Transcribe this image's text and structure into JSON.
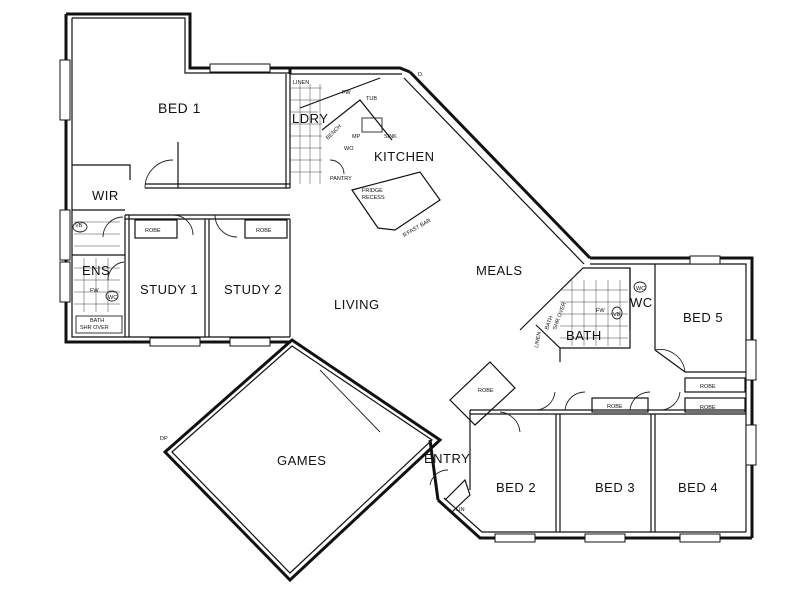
{
  "rooms": {
    "bed1": "BED 1",
    "ldry": "LDRY",
    "kitchen": "KITCHEN",
    "wir": "WIR",
    "ens": "ENS",
    "study1": "STUDY 1",
    "study2": "STUDY 2",
    "living": "LIVING",
    "meals": "MEALS",
    "bath": "BATH",
    "wc_bath": "WC",
    "bed5": "BED 5",
    "games": "GAMES",
    "entry": "ENTRY",
    "bed2": "BED 2",
    "bed3": "BED 3",
    "bed4": "BED 4"
  },
  "fixtures": {
    "linen_top": "LINEN",
    "fw_top": "FW",
    "tub": "TUB",
    "bench": "BENCH",
    "mp": "MP",
    "sink": "SINK",
    "wo": "WO",
    "pantry": "PANTRY",
    "fridge_line1": "FRIDGE",
    "fridge_line2": "RECESS",
    "bfast_bar": "B'FAST BAR",
    "robe_study1": "ROBE",
    "robe_study2": "ROBE",
    "vb_ens": "VB",
    "fw_ens": "FW",
    "wc_ens": "WC",
    "bath_ens_line1": "BATH",
    "bath_ens_line2": "SHR OVER",
    "wc_small": "WC",
    "bath_main_line1": "BATH",
    "bath_main_line2": "SHR OVER",
    "fw_main": "FW",
    "vb_main": "VB",
    "linen_main": "LINEN",
    "robe_bed2": "ROBE",
    "robe_bed3": "ROBE",
    "robe_bed4": "ROBE",
    "robe_bed5": "ROBE",
    "lin": "LIN",
    "dp_top": "D.",
    "dp_left": "DP"
  }
}
